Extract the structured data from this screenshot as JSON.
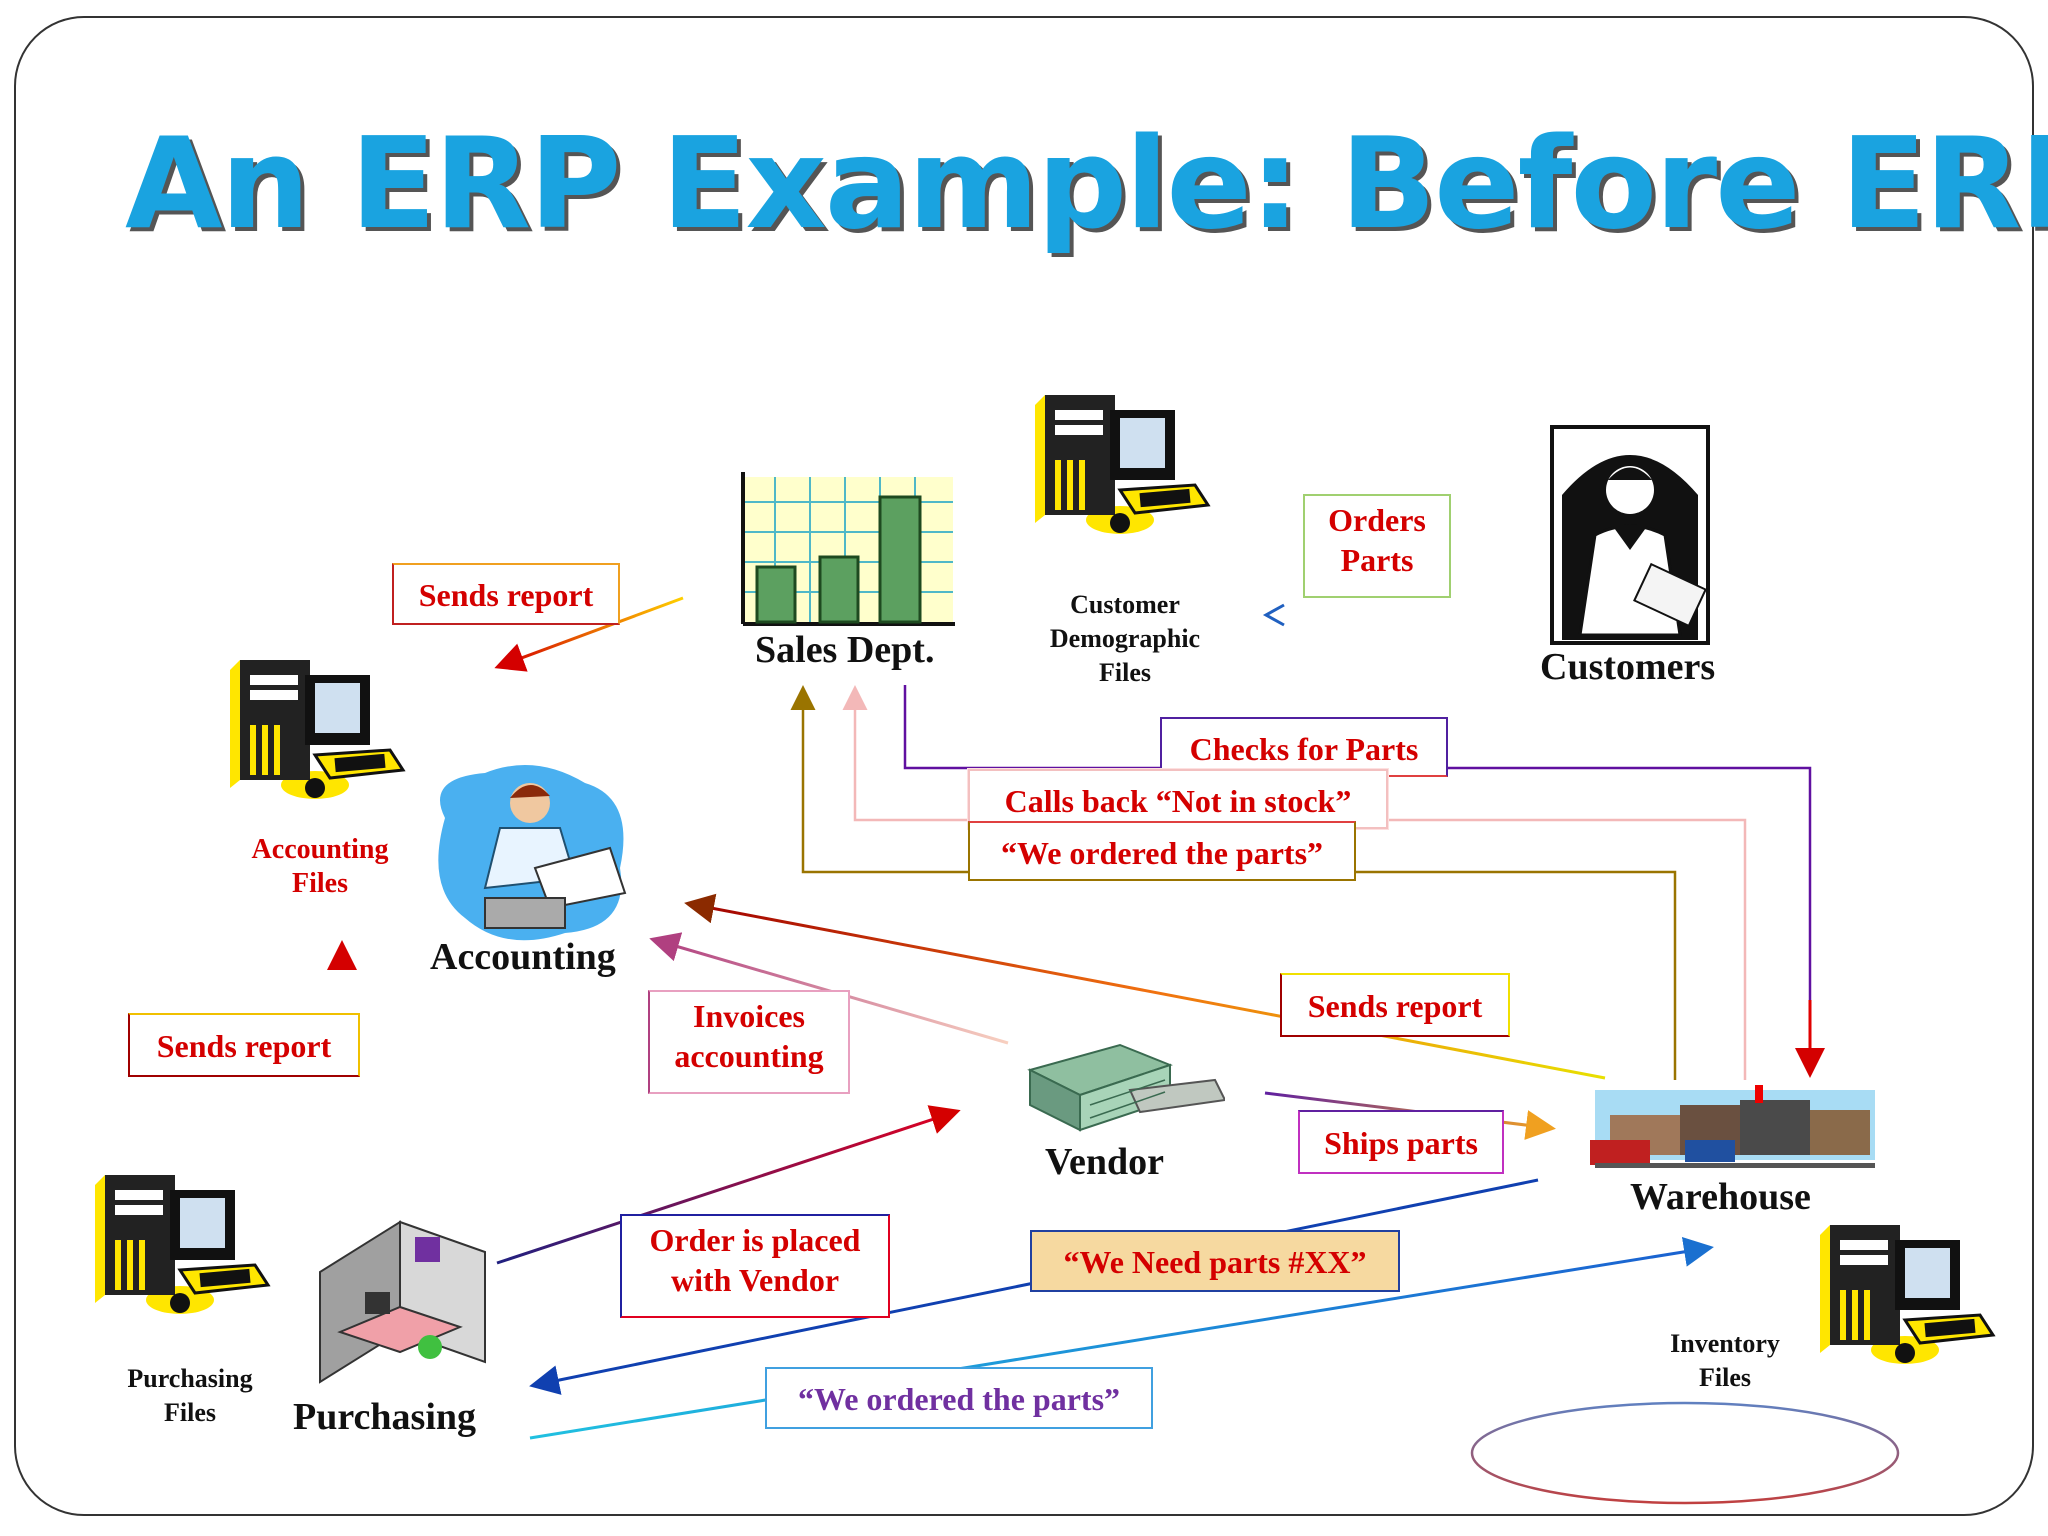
{
  "title": "An ERP Example: Before ERP",
  "nodes": {
    "sales": "Sales Dept.",
    "customer_files": [
      "Customer",
      "Demographic",
      "Files"
    ],
    "customers": "Customers",
    "accounting_files": [
      "Accounting",
      "Files"
    ],
    "accounting": "Accounting",
    "vendor": "Vendor",
    "warehouse": "Warehouse",
    "purchasing_files": [
      "Purchasing",
      "Files"
    ],
    "purchasing": "Purchasing",
    "inventory_files": [
      "Inventory",
      "Files"
    ]
  },
  "messages": {
    "orders_parts": [
      "Orders",
      "Parts"
    ],
    "sends_report_sales": "Sends report",
    "checks_for_parts": "Checks for Parts",
    "calls_back": "Calls back “Not in stock”",
    "we_ordered_top": "“We ordered the parts”",
    "sends_report_purchasing": "Sends report",
    "invoices_accounting": [
      "Invoices",
      "accounting"
    ],
    "sends_report_warehouse": "Sends report",
    "ships_parts": "Ships parts",
    "order_placed": [
      "Order is placed",
      "with Vendor"
    ],
    "we_need_parts": "“We Need parts #XX”",
    "we_ordered_bottom": "“We ordered the parts”"
  },
  "colors": {
    "title": "#1aa3e0",
    "message_text": "#d40000",
    "purple_text": "#7030a0"
  },
  "icons": [
    "computer-icon",
    "sales-chart-icon",
    "customer-man-icon",
    "accountant-icon",
    "vendor-building-icon",
    "warehouse-icon",
    "cubicle-icon"
  ]
}
